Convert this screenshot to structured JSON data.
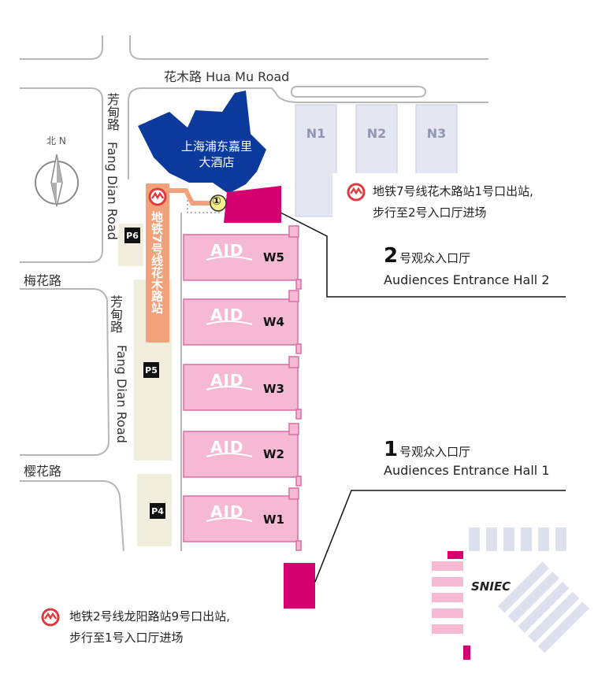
{
  "roads": {
    "hua_mu": "花木路 Hua Mu Road",
    "fang_dian_upper_cn": "芳甸路",
    "fang_dian_upper_en": "Fang Dian Road",
    "fang_dian_lower_cn": "芳甸路",
    "fang_dian_lower_en": "Fang Dian Road",
    "mei_hua": "梅花路",
    "ying_hua": "樱花路"
  },
  "compass": {
    "label": "北 N"
  },
  "hotel": {
    "line1": "上海浦东嘉里",
    "line2": "大酒店"
  },
  "metro_station_vertical": "地铁7号线花木路站",
  "entrance_marker": "①",
  "north_halls": [
    "N1",
    "N2",
    "N3"
  ],
  "west_halls": [
    "W5",
    "W4",
    "W3",
    "W2",
    "W1"
  ],
  "hall_logo": "AID",
  "parking": [
    "P6",
    "P5",
    "P4"
  ],
  "entrance2": {
    "number": "2",
    "title": "号观众入口厅",
    "en": "Audiences Entrance Hall 2"
  },
  "entrance1": {
    "number": "1",
    "title": "号观众入口厅",
    "en": "Audiences Entrance Hall 1"
  },
  "metro_note_line7": {
    "line1": "地铁7号线花木路站1号口出站,",
    "line2": "步行至2号入口厅进场"
  },
  "metro_note_line2": {
    "line1": "地铁2号线龙阳路站9号口出站,",
    "line2": "步行至1号入口厅进场"
  },
  "venue_name": "SNIEC",
  "colors": {
    "hotel_blue": "#0b3a9c",
    "hall_pink": "#f5b9d3",
    "magenta": "#d4006f",
    "metro_orange": "#f2a27b",
    "metro_red": "#e03a3e",
    "north_hall": "#e4e7f2",
    "parking_beige": "#f1eedd"
  },
  "icons": {
    "metro": "shanghai-metro-icon",
    "compass": "compass-icon"
  }
}
